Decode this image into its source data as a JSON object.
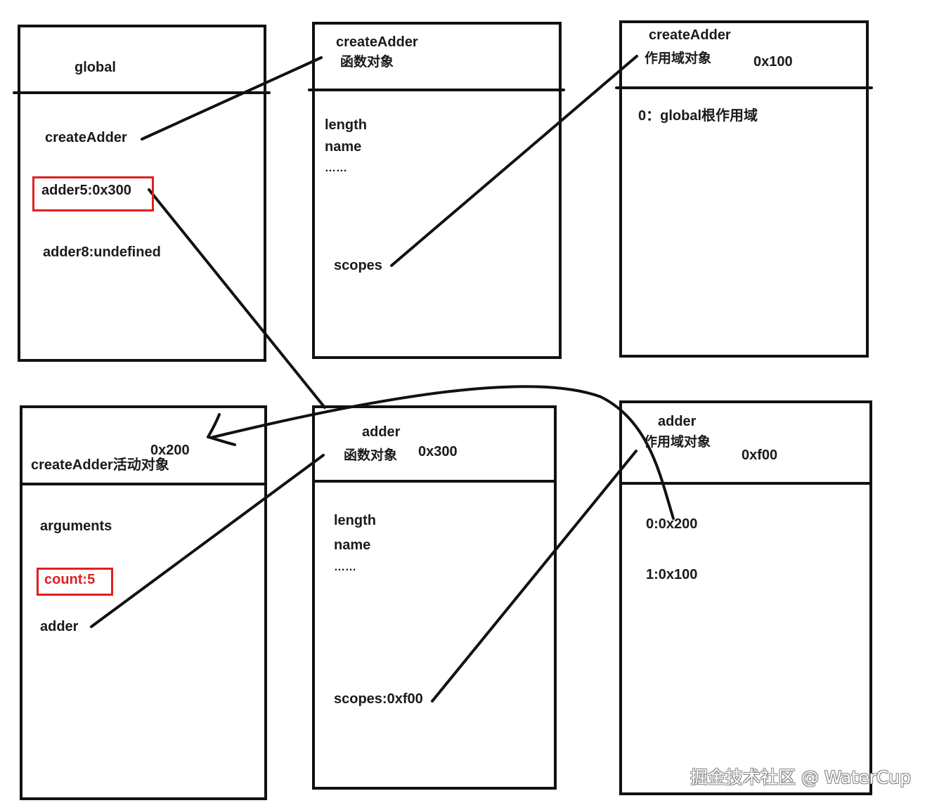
{
  "global": {
    "title": "global",
    "create_adder": "createAdder",
    "adder5": "adder5:0x300",
    "adder8": "adder8:undefined"
  },
  "create_adder_fn": {
    "title_line1": "createAdder",
    "title_line2": "函数对象",
    "length": "length",
    "name": "name",
    "ellipsis": "……",
    "scopes": "scopes"
  },
  "create_adder_scope": {
    "title_line1": "createAdder",
    "title_line2": "作用域对象",
    "address": "0x100",
    "entry0": "0：global根作用域"
  },
  "activation": {
    "address": "0x200",
    "title": "createAdder活动对象",
    "arguments": "arguments",
    "count": "count:5",
    "adder": "adder"
  },
  "adder_fn": {
    "title_line1": "adder",
    "title_line2": "函数对象",
    "address": "0x300",
    "length": "length",
    "name": "name",
    "ellipsis": "……",
    "scopes": "scopes:0xf00"
  },
  "adder_scope": {
    "title_line1": "adder",
    "title_line2": "作用域对象",
    "address": "0xf00",
    "entry0": "0:0x200",
    "entry1": "1:0x100"
  },
  "watermark": "掘金技术社区 @ WaterCup",
  "colors": {
    "stroke": "#111111",
    "highlight": "#e02020"
  }
}
